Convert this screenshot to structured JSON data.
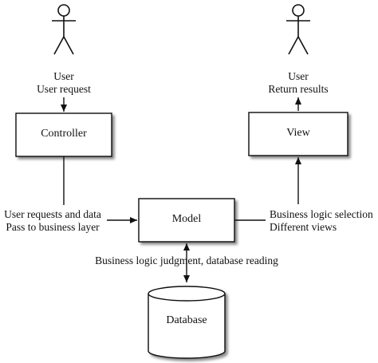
{
  "diagram": {
    "actors": {
      "left": {
        "name": "User",
        "action": "User request"
      },
      "right": {
        "name": "User",
        "action": "Return results"
      }
    },
    "boxes": {
      "controller": "Controller",
      "view": "View",
      "model": "Model",
      "database": "Database"
    },
    "edges": {
      "controller_to_model": {
        "line1": "User requests and data",
        "line2": "Pass to business layer"
      },
      "model_to_view": {
        "line1": "Business logic selection",
        "line2": "Different views"
      },
      "model_database": "Business logic judgment, database reading"
    }
  }
}
